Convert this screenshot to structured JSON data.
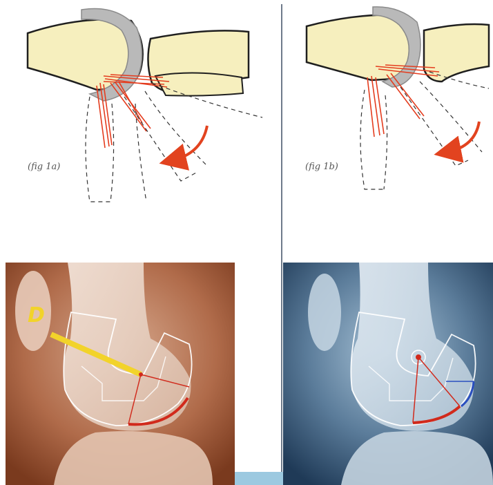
{
  "figures": [
    {
      "id": "fig-1a",
      "label": "(fig 1a)"
    },
    {
      "id": "fig-1b",
      "label": "(fig 1b)"
    }
  ],
  "xray_left": {
    "label": "D"
  },
  "colors": {
    "bone": "#f6efbe",
    "outline": "#1f1f1f",
    "patella": "#b9b9b9",
    "ligament": "#e43c1e",
    "arrow": "#e2431f",
    "xray_warm_dark": "#7a3a1e",
    "xray_warm_light": "#d7a98e",
    "xray_cool_dark": "#1f3a57",
    "xray_cool_light": "#a9c4d8",
    "distance_line": "#f2d32a",
    "angle_red": "#d12a1c",
    "angle_blue": "#2a4fbf"
  }
}
